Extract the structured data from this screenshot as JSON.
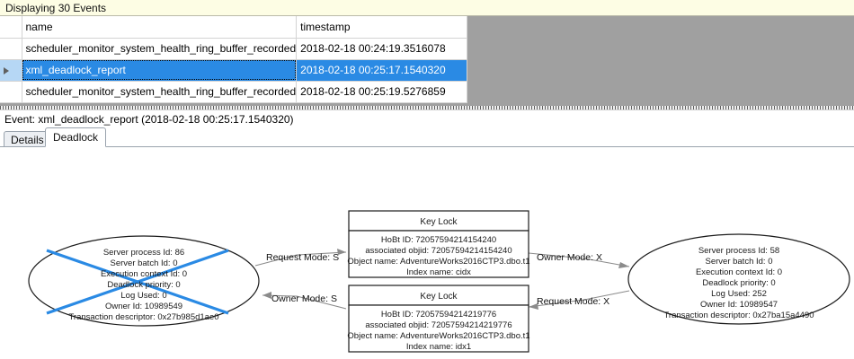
{
  "banner": {
    "text": "Displaying 30 Events"
  },
  "grid": {
    "columns": [
      "",
      "name",
      "timestamp"
    ],
    "rows": [
      {
        "selected": false,
        "marker": "",
        "name": "scheduler_monitor_system_health_ring_buffer_recorded",
        "timestamp": "2018-02-18 00:24:19.3516078"
      },
      {
        "selected": true,
        "marker": "row-selector-arrow",
        "name": "xml_deadlock_report",
        "timestamp": "2018-02-18 00:25:17.1540320"
      },
      {
        "selected": false,
        "marker": "",
        "name": "scheduler_monitor_system_health_ring_buffer_recorded",
        "timestamp": "2018-02-18 00:25:19.5276859"
      }
    ]
  },
  "detail": {
    "header": "Event: xml_deadlock_report (2018-02-18 00:25:17.1540320)",
    "tabs": [
      {
        "label": "Details",
        "active": false
      },
      {
        "label": "Deadlock",
        "active": true
      }
    ]
  },
  "deadlock": {
    "colors": {
      "victim_cross": "#2a8ae4",
      "node_stroke": "#1b1b1b",
      "edge_stroke": "#8b8b8b",
      "selection": "#2a8ae4"
    },
    "victim_process": {
      "id": "process-left",
      "is_victim": true,
      "lines": [
        "Server process Id: 86",
        "Server batch Id: 0",
        "Execution context Id: 0",
        "Deadlock priority: 0",
        "Log Used: 0",
        "Owner Id: 10989549",
        "Transaction descriptor: 0x27b985d1ae0"
      ]
    },
    "survivor_process": {
      "id": "process-right",
      "is_victim": false,
      "lines": [
        "Server process Id: 58",
        "Server batch Id: 0",
        "Execution context Id: 0",
        "Deadlock priority: 0",
        "Log Used: 252",
        "Owner Id: 10989547",
        "Transaction descriptor: 0x27ba15a4490"
      ]
    },
    "resource_top": {
      "id": "keylock-top",
      "title": "Key Lock",
      "lines": [
        "HoBt ID: 72057594214154240",
        "associated objid: 72057594214154240",
        "Object name: AdventureWorks2016CTP3.dbo.t1",
        "Index name: cidx"
      ]
    },
    "resource_bottom": {
      "id": "keylock-bottom",
      "title": "Key Lock",
      "lines": [
        "HoBt ID: 72057594214219776",
        "associated objid: 72057594214219776",
        "Object name: AdventureWorks2016CTP3.dbo.t1",
        "Index name: idx1"
      ]
    },
    "edges": [
      {
        "id": "edge-left-request",
        "label": "Request Mode: S"
      },
      {
        "id": "edge-left-owner",
        "label": "Owner Mode: S"
      },
      {
        "id": "edge-right-owner",
        "label": "Owner Mode: X"
      },
      {
        "id": "edge-right-request",
        "label": "Request Mode: X"
      }
    ]
  }
}
